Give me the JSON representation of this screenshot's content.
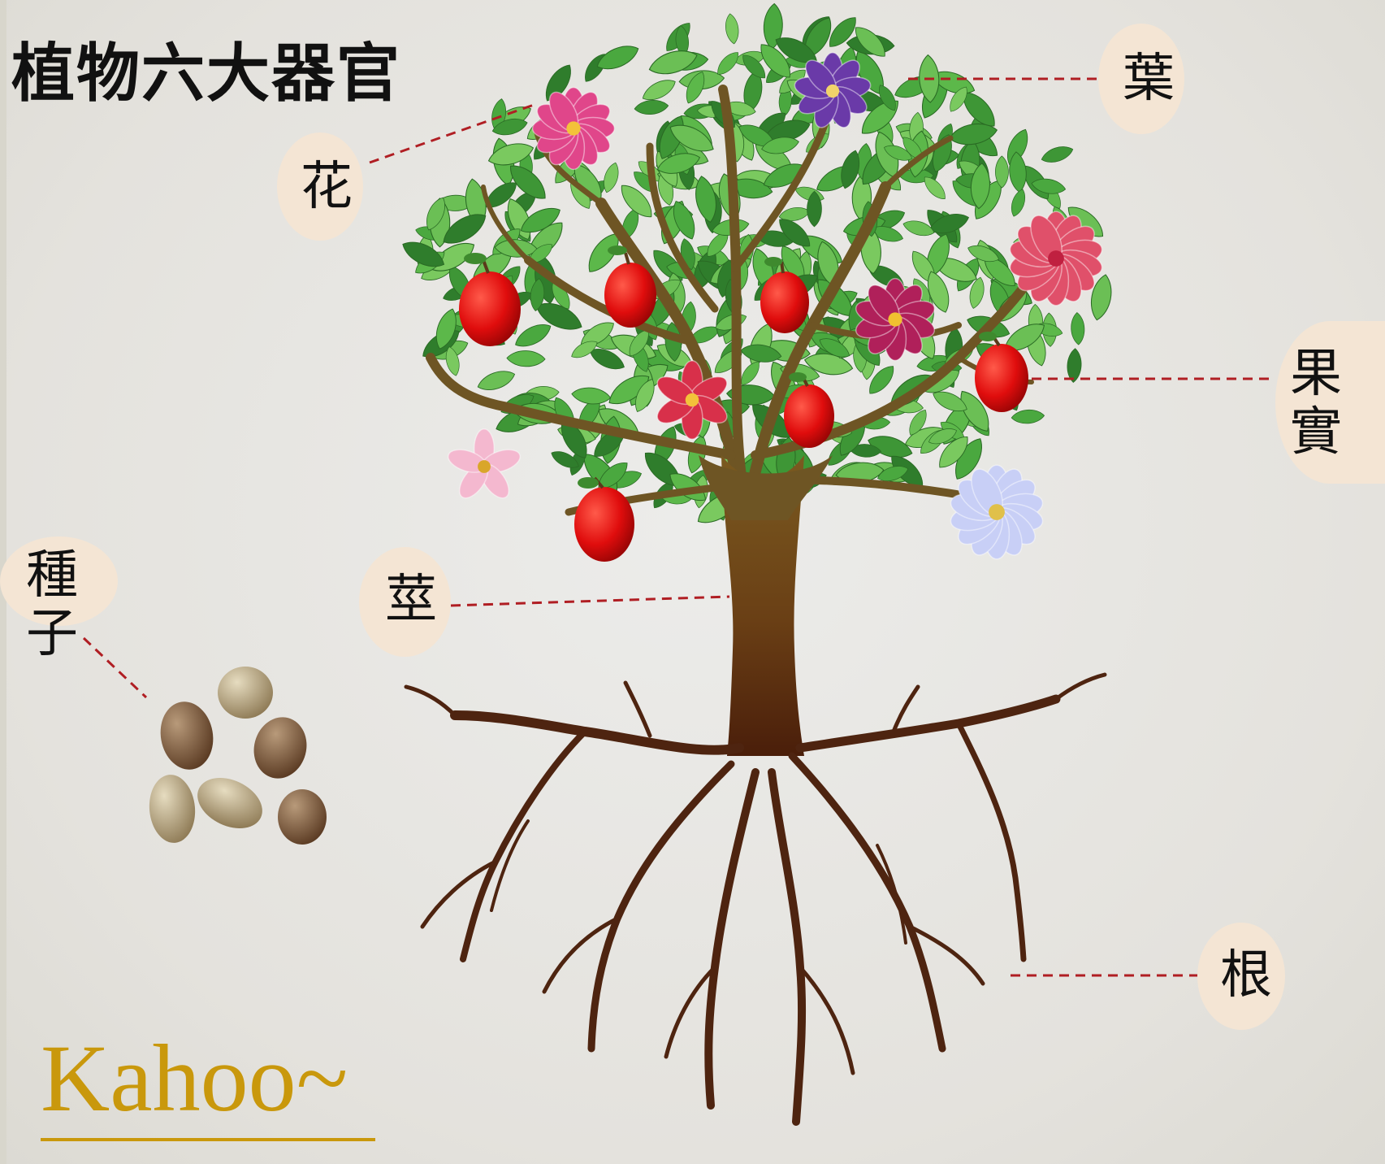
{
  "title": "植物六大器官",
  "labels": {
    "flower": "花",
    "leaf": "葉",
    "fruit": "果實",
    "stem": "莖",
    "seed": "種子",
    "root": "根"
  },
  "footer": "Kahoo~",
  "colors": {
    "leader_line": "#b01e23",
    "bubble": "#f4e5d4",
    "trunk": "#6b4a1c",
    "root": "#4a2410",
    "leaf": "#4aa83f",
    "fruit": "#e01010",
    "footer": "#c9980c"
  }
}
